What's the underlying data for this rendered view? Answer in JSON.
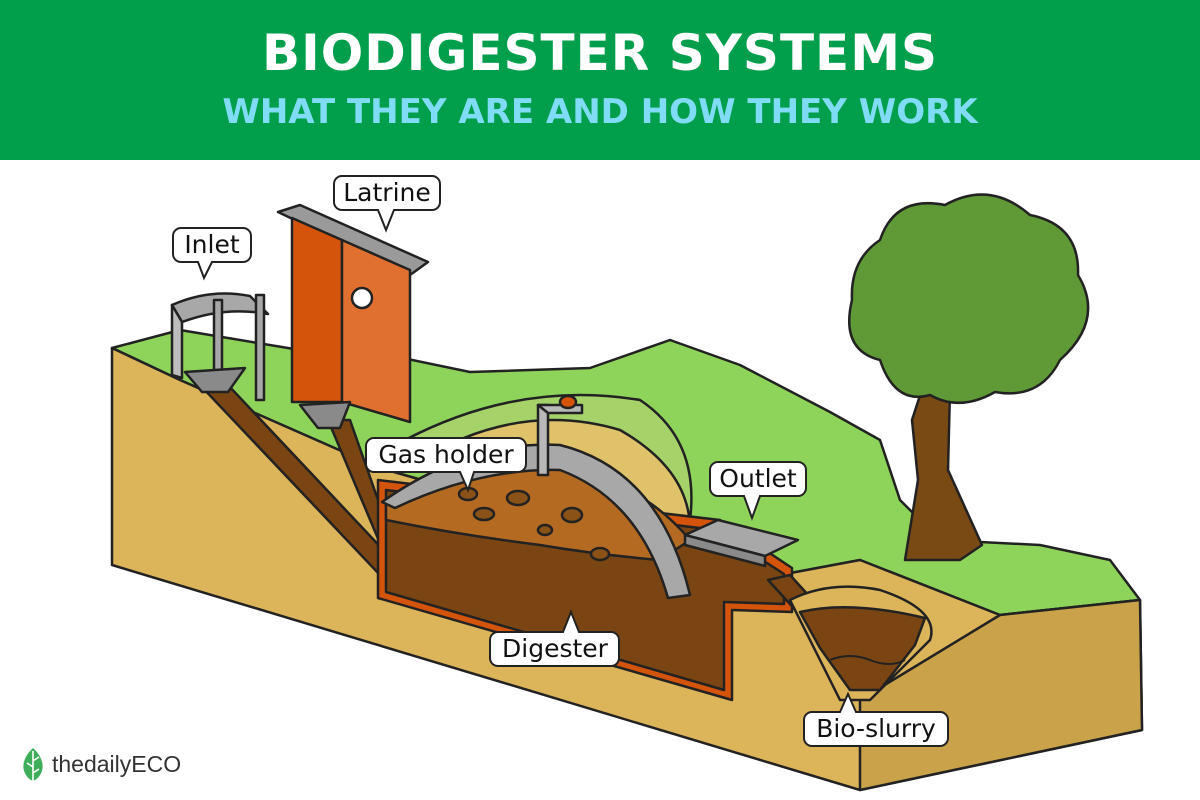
{
  "header": {
    "title": "BIODIGESTER SYSTEMS",
    "subtitle": "WHAT THEY ARE AND HOW THEY WORK"
  },
  "labels": {
    "inlet": "Inlet",
    "latrine": "Latrine",
    "gas_holder": "Gas holder",
    "outlet": "Outlet",
    "digester": "Digester",
    "bio_slurry": "Bio-slurry"
  },
  "brand": {
    "logo_text": "thedailyECO"
  },
  "colors": {
    "header_bg": "#019e4c",
    "title": "#ffffff",
    "subtitle": "#7fdcf4",
    "grass": "#8fd45a",
    "soil": "#dcb45a",
    "slurry": "#7a4512",
    "latrine": "#d4540c",
    "metal": "#a8a8a8",
    "tree_leaves": "#5f9a36",
    "tree_trunk": "#7a4a14"
  }
}
